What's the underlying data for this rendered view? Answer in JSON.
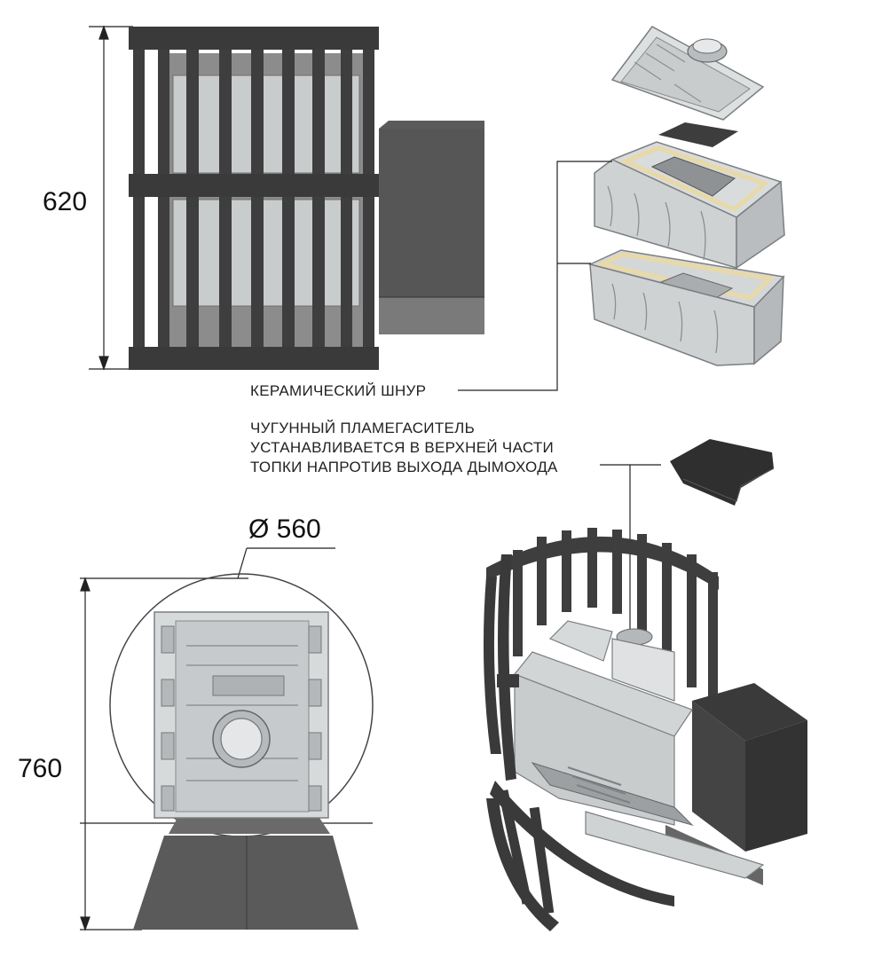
{
  "dimensions": {
    "height_side": "620",
    "diameter": "Ø 560",
    "height_total": "760"
  },
  "callouts": {
    "ceramic_cord": "КЕРАМИЧЕСКИЙ ШНУР",
    "flame_arrester_lines": [
      "ЧУГУННЫЙ ПЛАМЕГАСИТЕЛЬ",
      "УСТАНАВЛИВАЕТСЯ В ВЕРХНЕЙ ЧАСТИ",
      "ТОПКИ НАПРОТИВ ВЫХОДА ДЫМОХОДА"
    ]
  },
  "colors": {
    "steel": "#3e3e3e",
    "casting": "#d9dcdd",
    "casting_shade": "#9ea3a6",
    "cord": "#e8d9a8"
  }
}
